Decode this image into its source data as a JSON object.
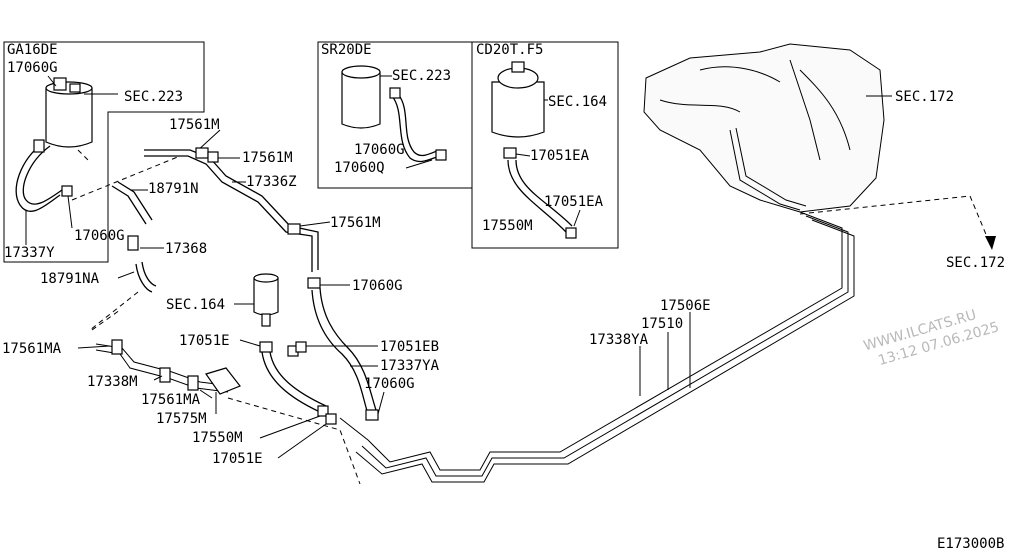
{
  "boxes": {
    "ga16de": {
      "engine": "GA16DE",
      "l_17060g_a": "17060G",
      "l_sec223": "SEC.223",
      "l_17060g_b": "17060G",
      "l_17337y": "17337Y"
    },
    "sr20de": {
      "engine": "SR20DE",
      "l_sec223": "SEC.223",
      "l_17060g": "17060G",
      "l_17060q": "17060Q"
    },
    "cd20t": {
      "engine": "CD20T.F5",
      "l_sec164": "SEC.164",
      "l_17051ea_a": "17051EA",
      "l_17051ea_b": "17051EA",
      "l_17550m": "17550M"
    }
  },
  "labels": {
    "l_17561m_1": "17561M",
    "l_17561m_2": "17561M",
    "l_18791n": "18791N",
    "l_17336z": "17336Z",
    "l_17561m_3": "17561M",
    "l_17368": "17368",
    "l_18791na": "18791NA",
    "l_17060g_main": "17060G",
    "l_sec164_main": "SEC.164",
    "l_17051e_1": "17051E",
    "l_17051eb": "17051EB",
    "l_17337ya": "17337YA",
    "l_17060g_2": "17060G",
    "l_17561ma_1": "17561MA",
    "l_17338m": "17338M",
    "l_17561ma_2": "17561MA",
    "l_17575m": "17575M",
    "l_17550m": "17550M",
    "l_17051e_2": "17051E",
    "l_17506e": "17506E",
    "l_17510": "17510",
    "l_17338ya": "17338YA",
    "l_sec172_1": "SEC.172",
    "l_sec172_2": "SEC.172",
    "diagram_code": "E173000B"
  },
  "watermark": {
    "site": "WWW.ILCATS.RU",
    "timestamp": "13:12 07.06.2025"
  }
}
